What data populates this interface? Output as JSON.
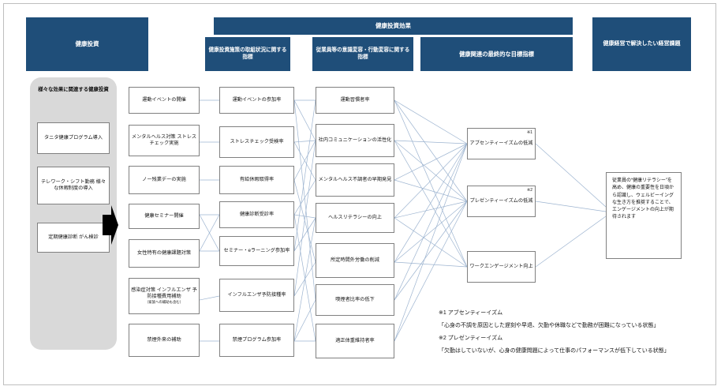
{
  "headers": {
    "investment": "健康投資",
    "effect_group": "健康投資効果",
    "effect_sub1": "健康投資施策の取組状況に関する指標",
    "effect_sub2": "従業員等の意識変容・行動変容に関する指標",
    "effect_sub3": "健康関連の最終的な目標指標",
    "management_issue": "健康経営で解決したい経営課題"
  },
  "colors": {
    "header_blue": "#1f4e79",
    "gray_panel": "#d9d9d9",
    "box_border": "#808080",
    "link_line": "#9db4d0"
  },
  "general_investment": {
    "title": "様々な効果に関連する健康投資",
    "items": [
      {
        "label": "タニタ健康プログラム導入"
      },
      {
        "label": "テレワーク・シフト勤務 様々な休暇制度の導入"
      },
      {
        "label": "定期健康診断 がん検診"
      }
    ]
  },
  "investment_measures": [
    {
      "label": "運動イベントの開催",
      "sub": ""
    },
    {
      "label": "メンタルヘルス対策 ストレスチェック実施",
      "sub": ""
    },
    {
      "label": "ノー残業デーの実施",
      "sub": ""
    },
    {
      "label": "健康セミナー開催",
      "sub": ""
    },
    {
      "label": "女性特有の健康課題対策",
      "sub": ""
    },
    {
      "label": "感染症対策 インフルエンザ 予防接種費用補助",
      "sub": "（家族への補助も含む）"
    },
    {
      "label": "禁煙外来の補助",
      "sub": ""
    }
  ],
  "activity_indicators": [
    {
      "label": "運動イベントの参加率"
    },
    {
      "label": "ストレスチェック受検率"
    },
    {
      "label": "有給休暇取得率"
    },
    {
      "label": "健康診断受診率"
    },
    {
      "label": "セミナー・eラーニング参加率"
    },
    {
      "label": "インフルエンザ予防接種率"
    },
    {
      "label": "禁煙プログラム参加率"
    }
  ],
  "behavior_indicators": [
    {
      "label": "運動習慣者率"
    },
    {
      "label": "社内コミュニケーションの活性化"
    },
    {
      "label": "メンタルヘルス不調者の早期発見"
    },
    {
      "label": "ヘルスリテラシーの向上"
    },
    {
      "label": "所定時間外労働の削減"
    },
    {
      "label": "喫煙者比率の低下"
    },
    {
      "label": "適正体重維持者率"
    }
  ],
  "final_goals": [
    {
      "label": "アブセンティーイズムの低減",
      "mark": "※1"
    },
    {
      "label": "プレゼンティーイズムの低減",
      "mark": "※2"
    },
    {
      "label": "ワークエンゲージメント向上",
      "mark": ""
    }
  ],
  "management_note": "従業員の“健康リテラシー”を高め、健康の重要性を日頃から認識し、ウェルビーイングな生き方を推奨することで、エンゲージメントの向上が期待されます",
  "footnotes": [
    "※1 アブセンティーイズム",
    "「心身の不調を原因とした遅刻や早退、欠勤や休職などで勤務が困難になっている状態」",
    "※2 プレゼンティーイズム",
    "「欠勤はしていないが、心身の健康問題によって仕事のパフォーマンスが低下している状態」"
  ]
}
